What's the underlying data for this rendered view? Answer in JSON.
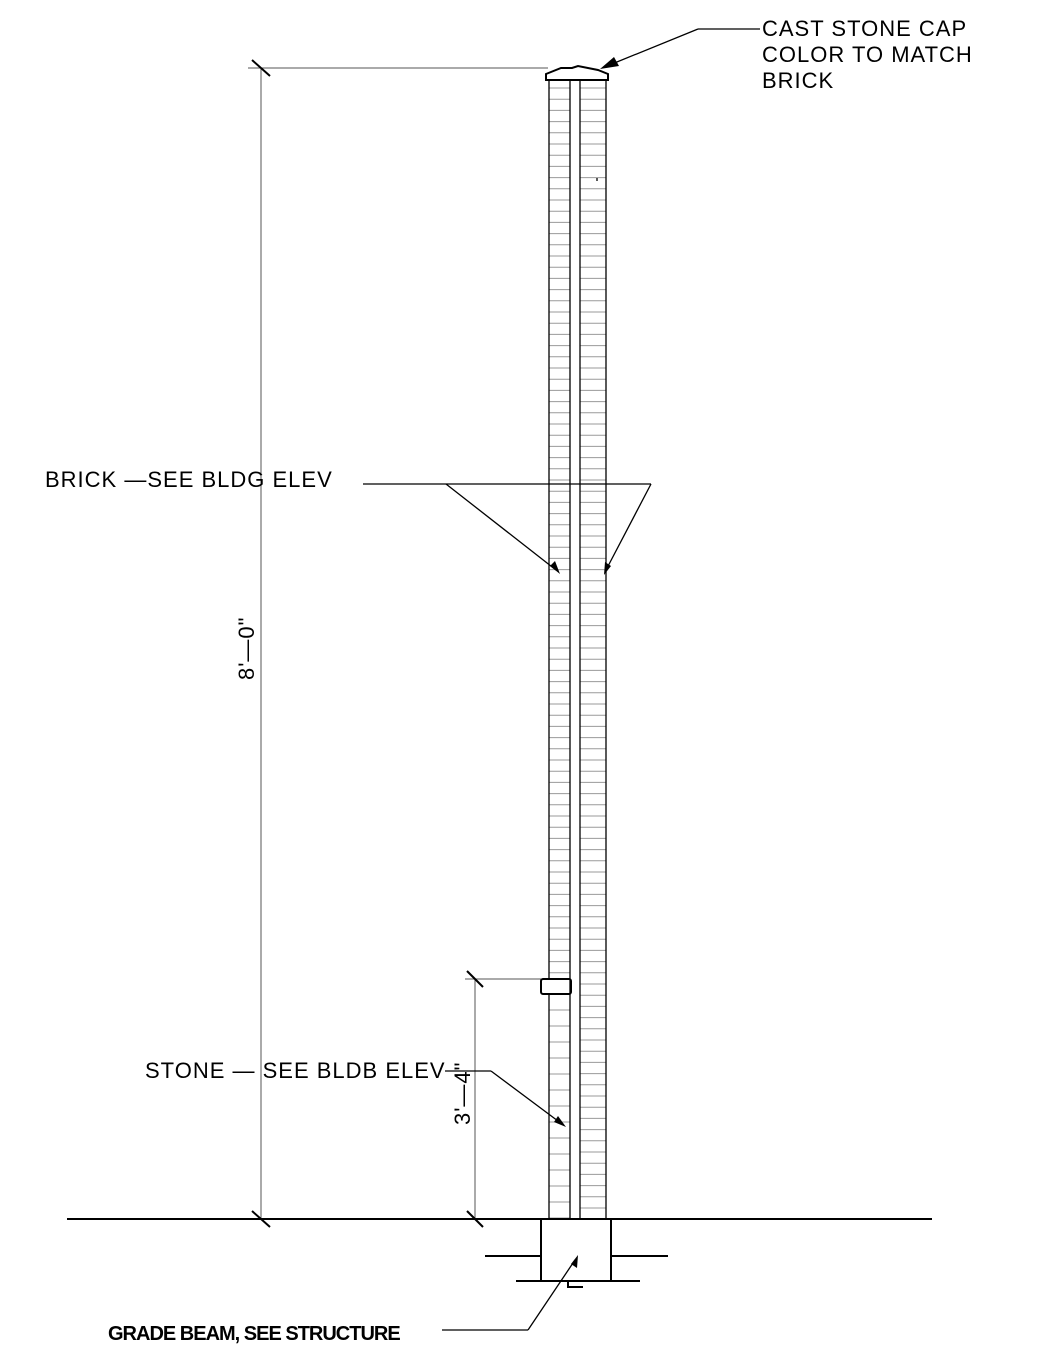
{
  "annotations": {
    "cap": [
      "CAST STONE CAP",
      "COLOR TO MATCH",
      "BRICK"
    ],
    "brick": "BRICK —SEE BLDG ELEV",
    "stone": "STONE — SEE BLDB ELEV",
    "grade_beam": "GRADE BEAM, SEE STRUCTURE"
  },
  "dimensions": {
    "overall": "8'—0\"",
    "stone_height": "3'—4\""
  }
}
